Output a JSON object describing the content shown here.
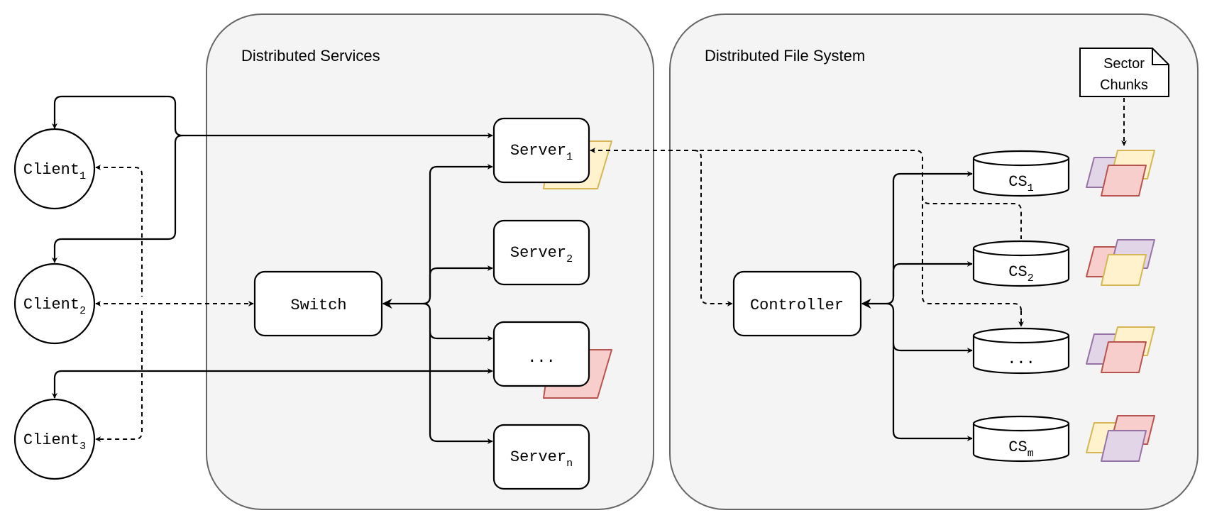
{
  "groups": {
    "services": "Distributed Services",
    "dfs": "Distributed File System"
  },
  "clients": [
    {
      "base": "Client",
      "sub": "1"
    },
    {
      "base": "Client",
      "sub": "2"
    },
    {
      "base": "Client",
      "sub": "3"
    }
  ],
  "switch": "Switch",
  "servers": [
    {
      "base": "Server",
      "sub": "1"
    },
    {
      "base": "Server",
      "sub": "2"
    },
    {
      "base": "...",
      "sub": ""
    },
    {
      "base": "Server",
      "sub": "n"
    }
  ],
  "controller": "Controller",
  "chunkservers": [
    {
      "base": "CS",
      "sub": "1"
    },
    {
      "base": "CS",
      "sub": "2"
    },
    {
      "base": "...",
      "sub": ""
    },
    {
      "base": "CS",
      "sub": "m"
    }
  ],
  "note": {
    "line1": "Sector",
    "line2": "Chunks"
  },
  "colors": {
    "group_fill": "#f4f4f4",
    "group_stroke": "#666666",
    "chunk_yellow_fill": "#fff2cc",
    "chunk_yellow_stroke": "#d6b656",
    "chunk_red_fill": "#f8cecc",
    "chunk_red_stroke": "#b85450",
    "chunk_purple_fill": "#e1d5e7",
    "chunk_purple_stroke": "#9673a6"
  }
}
